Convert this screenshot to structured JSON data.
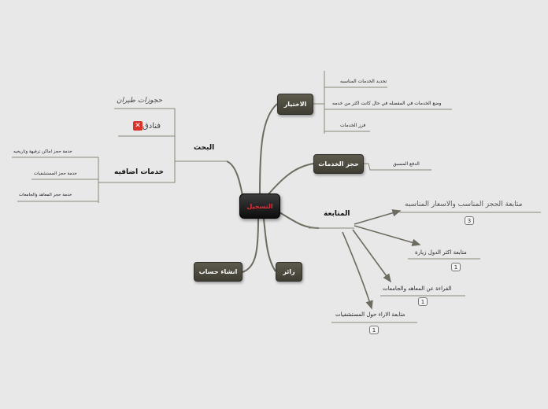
{
  "root": "التسجيل",
  "branches": {
    "choice": {
      "label": "الاختيار",
      "items": [
        "تحديد الخدمات المناسبه",
        "وضع الخدمات في المفضله في حال كانت اكثر من خدمه",
        "فرز الخدمات"
      ]
    },
    "booking": {
      "label": "حجز الخدمات",
      "items": [
        "الدفع المسبق"
      ]
    },
    "followup": {
      "label": "المتابعة",
      "items": [
        {
          "text": "متابعة الحجز المناسب والاسعار المناسبه",
          "badge": "3"
        },
        {
          "text": "متابعة اكثر الدول زيارة",
          "badge": "1"
        },
        {
          "text": "القراءة عن المعاهد والجامعات",
          "badge": "1"
        },
        {
          "text": "متابعة الاراء حول المستشفيات",
          "badge": "1"
        }
      ]
    },
    "visitor": {
      "label": "زائر"
    },
    "account": {
      "label": "انشاء حساب"
    },
    "search": {
      "label": "البحث",
      "items": [
        "حجوزات طيران",
        "فنادق"
      ],
      "extra": {
        "label": "خدمات اضافيه",
        "items": [
          "خدمة حجز اماكن ترفيهة وتاريخيه",
          "خدمة حجز المستشفيات",
          "خدمة حجز المعاهد والجامعات"
        ]
      }
    }
  },
  "colors": {
    "node": "#4d4b3f",
    "root_text": "#e0303a",
    "line": "#6e6c60",
    "background": "#e8e8e8"
  },
  "icons": {
    "hotels": "hotel-icon"
  }
}
